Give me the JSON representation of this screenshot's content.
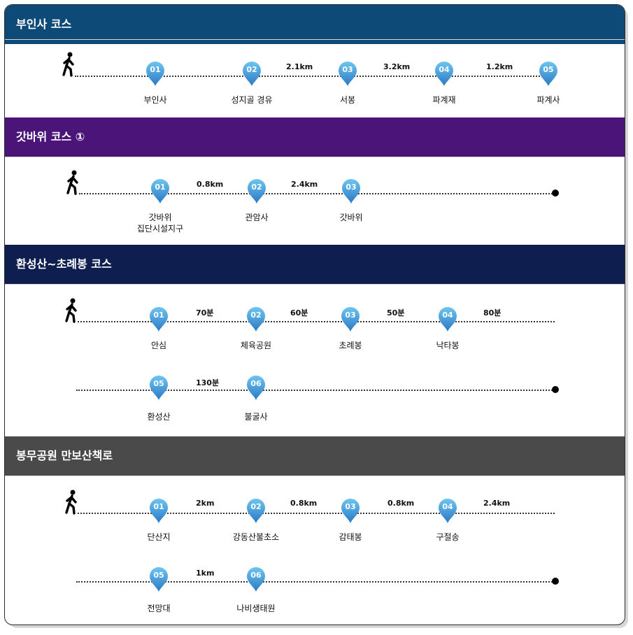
{
  "colors": {
    "bunin_header": "#0e4a78",
    "gatbawi_header": "#4a1478",
    "hwanseong_header": "#0d1e4f",
    "bongmu_header": "#4a4a4a",
    "marker_top": "#6ec6ef",
    "marker_bottom": "#2a78c5"
  },
  "sections": {
    "bunin": {
      "title": "부인사 코스",
      "stops": [
        "부인사",
        "성지골 경유",
        "서봉",
        "파계재",
        "파계사"
      ],
      "numbers": [
        "01",
        "02",
        "03",
        "04",
        "05"
      ],
      "distances": [
        "2.1km",
        "3.2km",
        "1.2km"
      ]
    },
    "gatbawi": {
      "title": "갓바위 코스 ①",
      "stops": [
        "갓바위\n집단시설지구",
        "관암사",
        "갓바위"
      ],
      "numbers": [
        "01",
        "02",
        "03"
      ],
      "distances": [
        "0.8km",
        "2.4km"
      ]
    },
    "hwanseong": {
      "title": "환성산~초례봉 코스",
      "stops": [
        "안심",
        "체육공원",
        "초례봉",
        "낙타봉",
        "환성산",
        "불굴사"
      ],
      "numbers": [
        "01",
        "02",
        "03",
        "04",
        "05",
        "06"
      ],
      "distances": [
        "70분",
        "60분",
        "50분",
        "80분",
        "130분"
      ]
    },
    "bongmu": {
      "title": "봉무공원 만보산책로",
      "stops": [
        "단산지",
        "강동산불초소",
        "감태봉",
        "구절송",
        "전망대",
        "나비생태원"
      ],
      "numbers": [
        "01",
        "02",
        "03",
        "04",
        "05",
        "06"
      ],
      "distances": [
        "2km",
        "0.8km",
        "0.8km",
        "2.4km",
        "1km"
      ]
    }
  }
}
